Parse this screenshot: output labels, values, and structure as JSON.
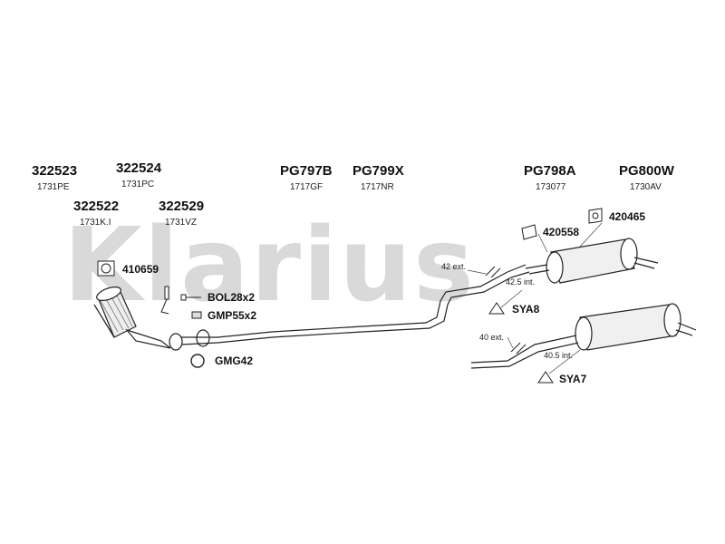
{
  "watermark": "Klarius",
  "parts": [
    {
      "id": "p322523",
      "number": "322523",
      "ref": "1731PE"
    },
    {
      "id": "p322524",
      "number": "322524",
      "ref": "1731PC"
    },
    {
      "id": "p322522",
      "number": "322522",
      "ref": "1731K.I"
    },
    {
      "id": "p322529",
      "number": "322529",
      "ref": "1731VZ"
    },
    {
      "id": "pPG797B",
      "number": "PG797B",
      "ref": "1717GF"
    },
    {
      "id": "pPG799X",
      "number": "PG799X",
      "ref": "1717NR"
    },
    {
      "id": "pPG798A",
      "number": "PG798A",
      "ref": "173077"
    },
    {
      "id": "pPG800W",
      "number": "PG800W",
      "ref": "1730AV"
    }
  ],
  "accessories": {
    "a410659": "410659",
    "aBOL": "BOL28x2",
    "aGMP": "GMP55x2",
    "aGMG": "GMG42",
    "a420558": "420558",
    "a420465": "420465",
    "aSYA8": "SYA8",
    "aSYA7": "SYA7"
  },
  "dimensions": {
    "upper_ext": "42 ext.",
    "upper_int": "42.5 int.",
    "lower_ext": "40 ext.",
    "lower_int": "40.5 int."
  }
}
